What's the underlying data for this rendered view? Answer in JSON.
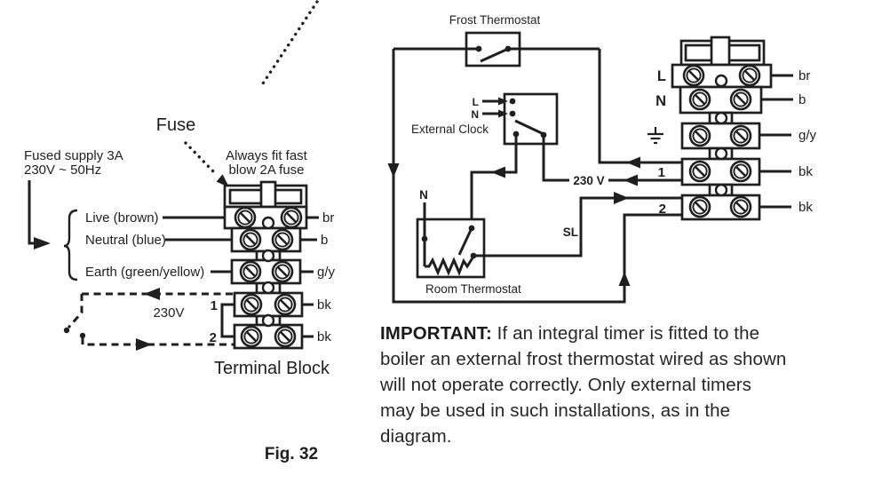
{
  "left_diagram": {
    "fuse_label": "Fuse",
    "fuse_note": [
      "Always fit fast",
      "blow 2A fuse"
    ],
    "supply": [
      "Fused supply 3A",
      "230V ~ 50Hz"
    ],
    "wire_labels": {
      "live": "Live (brown)",
      "neutral": "Neutral (blue)",
      "earth": "Earth (green/yellow)"
    },
    "switch_voltage": "230V",
    "terminal_numbers": [
      "1",
      "2"
    ],
    "right_labels": [
      "br",
      "b",
      "g/y",
      "bk",
      "bk"
    ],
    "block_caption": "Terminal Block",
    "figure_caption": "Fig. 32"
  },
  "right_diagram": {
    "frost_thermostat_label": "Frost Thermostat",
    "external_clock_label": "External Clock",
    "clock_inputs": [
      "L",
      "N"
    ],
    "voltage_label": "230 V",
    "switched_live_label": "SL",
    "room_neutral_label": "N",
    "room_thermostat_label": "Room Thermostat",
    "block_left_labels": [
      "L",
      "N",
      "1",
      "2"
    ],
    "right_labels": [
      "br",
      "b",
      "g/y",
      "bk",
      "bk"
    ]
  },
  "note": {
    "label": "IMPORTANT:",
    "text": " If an integral timer is fitted to the boiler an external frost thermostat wired as shown will not operate correctly. Only external timers may be used in such installations, as in the diagram."
  },
  "colors": {
    "ink": "#1f1f1f",
    "background": "#ffffff"
  }
}
